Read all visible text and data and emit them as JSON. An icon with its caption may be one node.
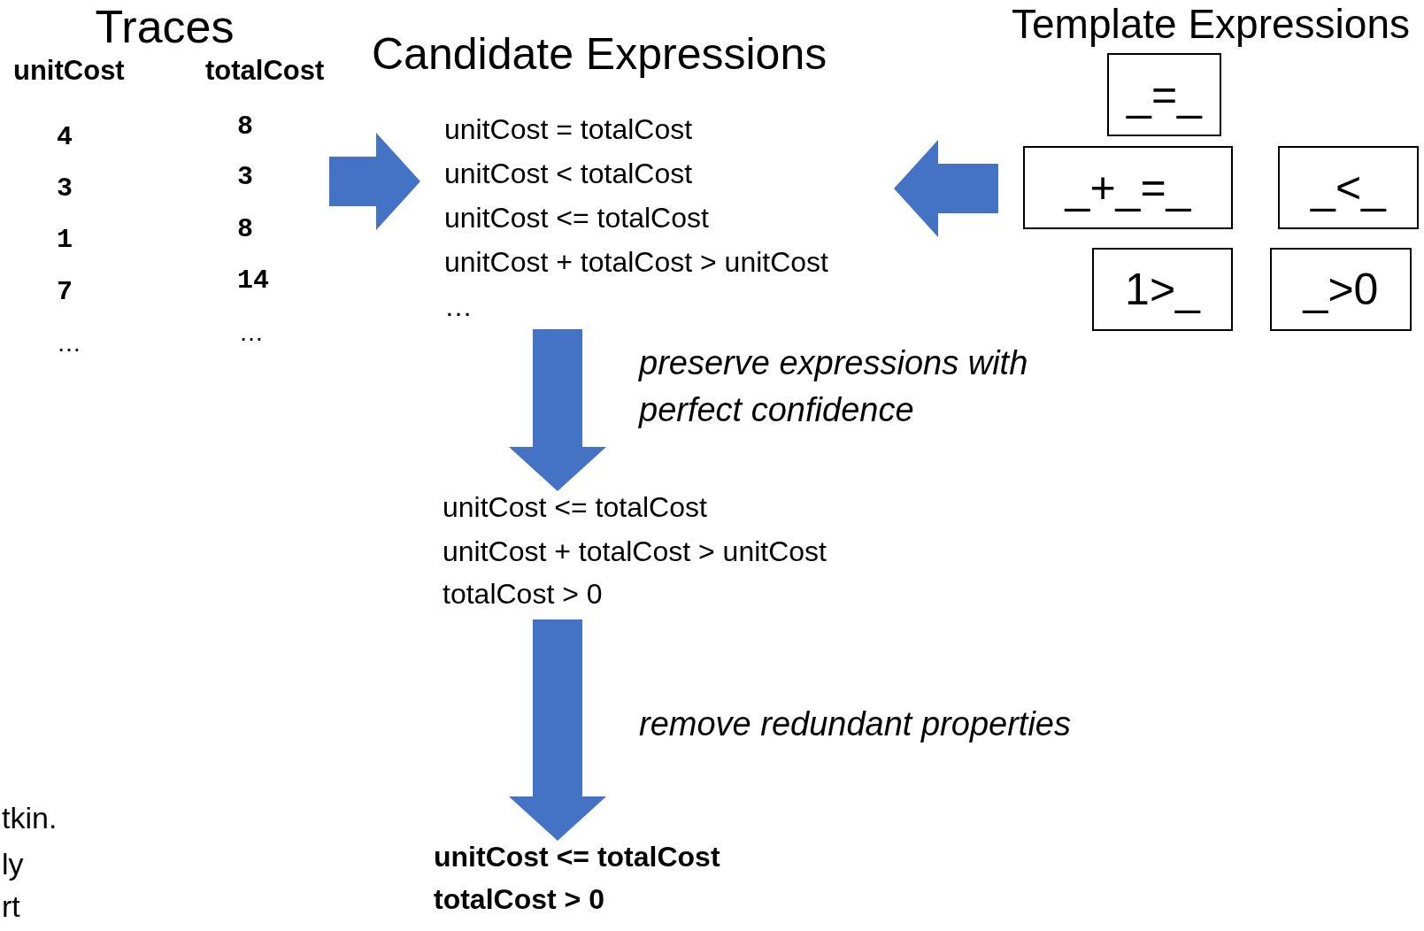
{
  "diagram": {
    "nodes": [
      {
        "text": [
          "Traces"
        ]
      },
      {
        "text": [
          "Candidate Expressions",
          "unitCost = totalCost",
          "unitCost < totalCost",
          "unitCost <= totalCost",
          "unitCost + totalCost > unitCost",
          "…"
        ]
      },
      {
        "text": [
          "Template Expressions"
        ]
      },
      {
        "text": [
          "_=_"
        ],
        "in": 2
      },
      {
        "text": [
          "_+_=_"
        ],
        "in": 2
      },
      {
        "text": [
          "_<_"
        ],
        "in": 2
      },
      {
        "text": [
          "1>_"
        ],
        "in": 2
      },
      {
        "text": [
          "_>0"
        ],
        "in": 2
      },
      {
        "text": [
          "unitCost <= totalCost",
          "unitCost + totalCost > unitCost",
          "totalCost > 0"
        ]
      },
      {
        "text": [
          "unitCost <= totalCost",
          "totalCost >  0"
        ]
      }
    ],
    "edges": [
      {
        "from": 0,
        "to": 1,
        "arrow": "to"
      },
      {
        "from": 2,
        "to": 1,
        "arrow": "to"
      },
      {
        "from": 1,
        "to": 8,
        "arrow": "to",
        "label": "preserve expressions with perfect confidence"
      },
      {
        "from": 8,
        "to": 9,
        "arrow": "to",
        "label": "remove redundant properties"
      }
    ],
    "labels": [
      "unitCost",
      "totalCost",
      "4",
      "8",
      "3",
      "3",
      "1",
      "8",
      "7",
      "14",
      "…",
      "…",
      "tkin.",
      "ly",
      "rt"
    ]
  }
}
